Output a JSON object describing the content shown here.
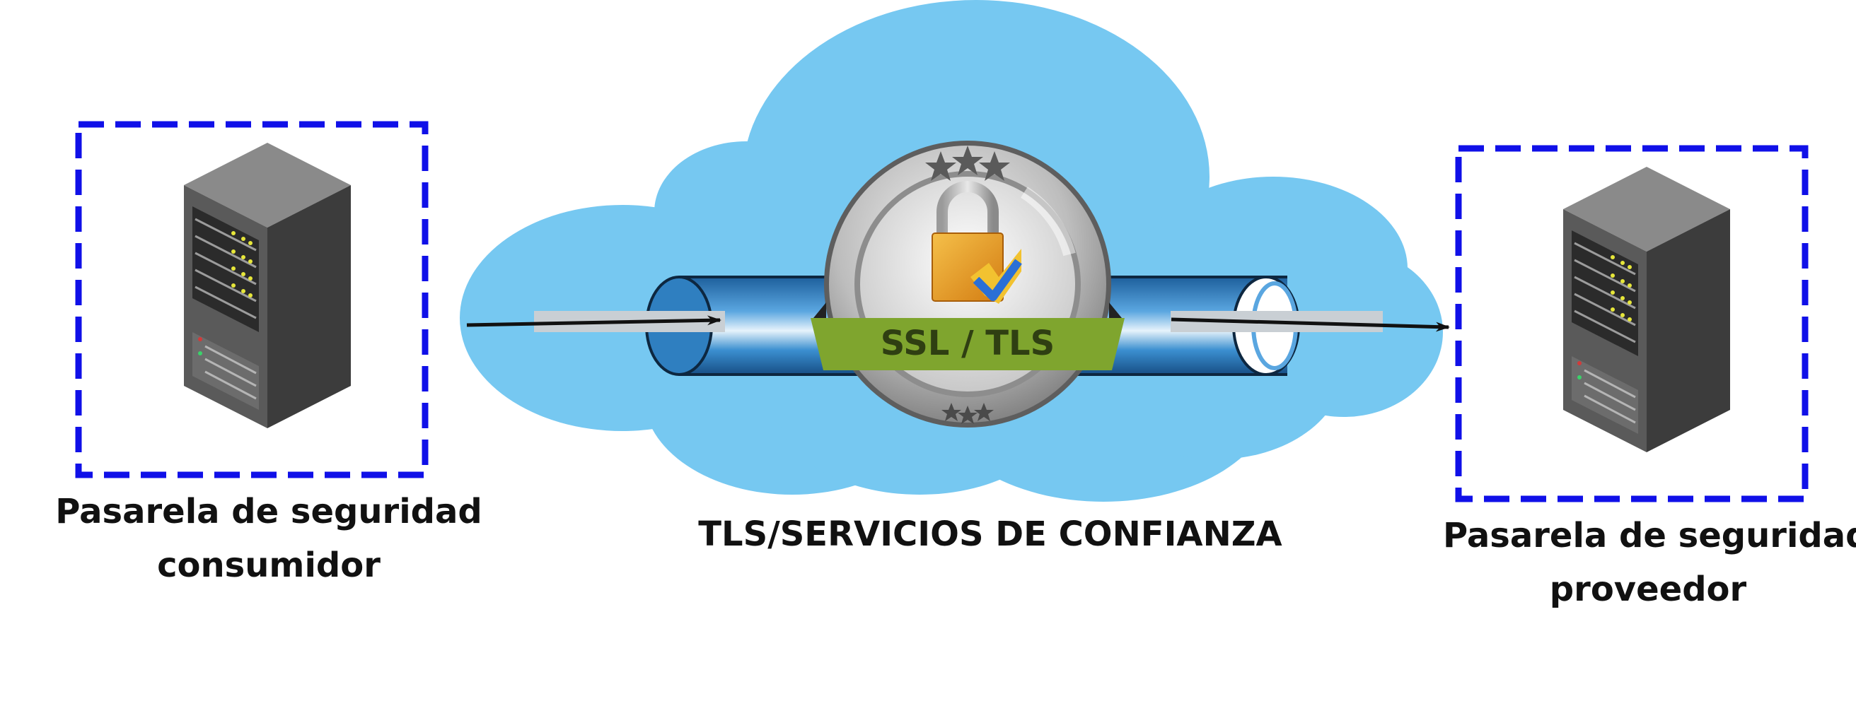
{
  "consumer_gateway": {
    "label_line1": "Pasarela de seguridad",
    "label_line2": "consumidor"
  },
  "secure_channel": {
    "badge_text": "SSL / TLS",
    "caption": "TLS/SERVICIOS DE CONFIANZA"
  },
  "provider_gateway": {
    "label_line1": "Pasarela de seguridad",
    "label_line2": "proveedor"
  },
  "colors": {
    "dashed_box": "#1010e8",
    "cloud": "#76c8f1",
    "tunnel": "#2f86c8",
    "badge_ribbon": "#7fa52e",
    "lock_body": "#e59a1d"
  }
}
